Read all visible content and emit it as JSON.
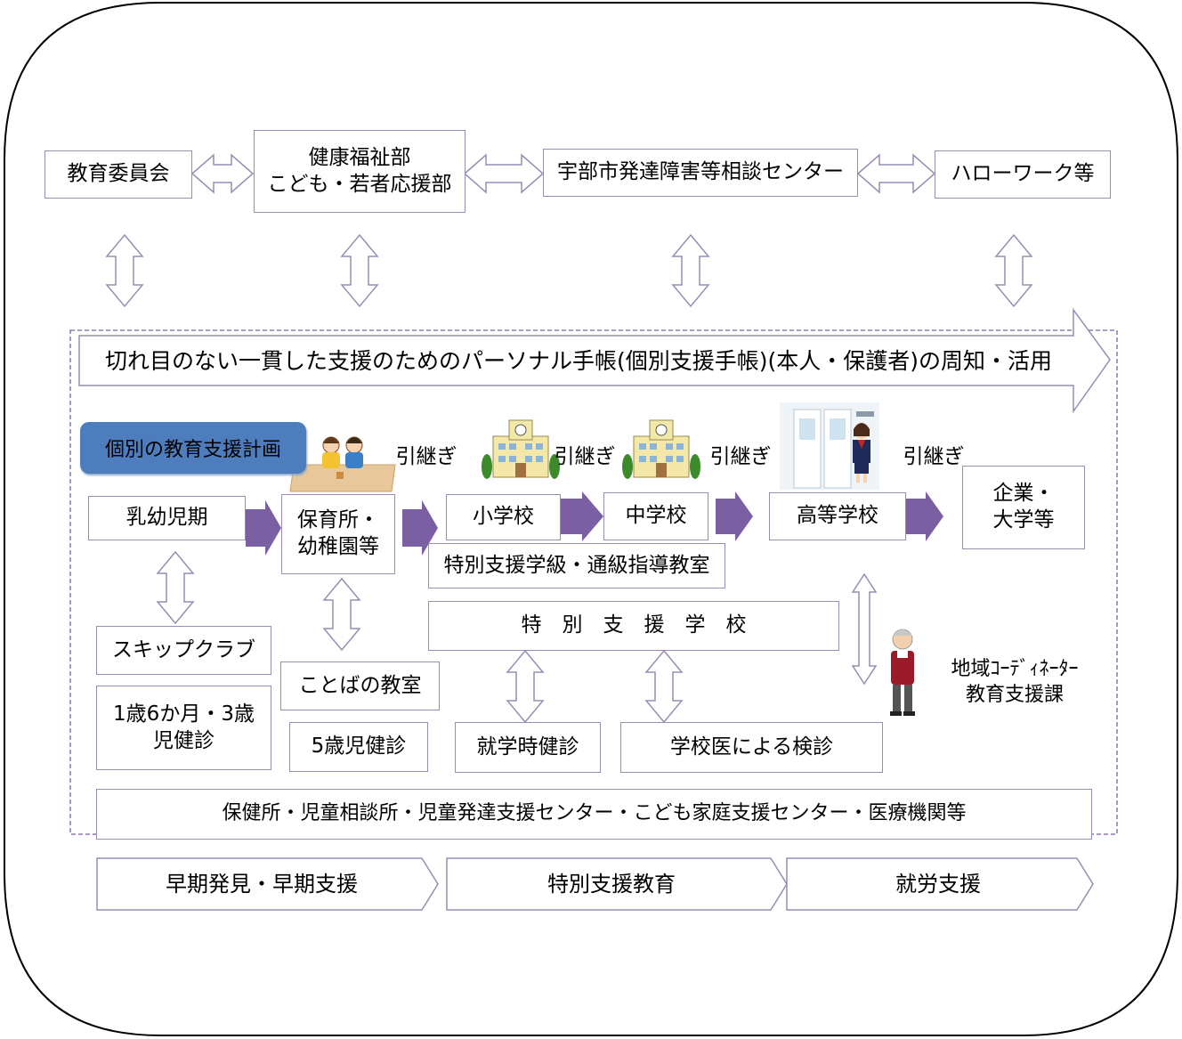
{
  "top_row": {
    "education_board": "教育委員会",
    "health_welfare": "健康福祉部\nこども・若者応援部",
    "dev_center": "宇部市発達障害等相談センター",
    "hello_work": "ハローワーク等"
  },
  "banner": "切れ目のない一貫した支援のためのパーソナル手帳(個別支援手帳)(本人・保護者)の周知・活用",
  "plan_label": "個別の教育支援計画",
  "handover": [
    "引継ぎ",
    "引継ぎ",
    "引継ぎ",
    "引継ぎ"
  ],
  "stages": {
    "infant": "乳幼児期",
    "nursery": "保育所・\n幼稚園等",
    "elementary": "小学校",
    "junior_high": "中学校",
    "high_school": "高等学校",
    "company": "企業・\n大学等"
  },
  "special_class": "特別支援学級・通級指導教室",
  "special_school": "特　別　支　援　学　校",
  "skip_club": "スキップクラブ",
  "checkup_1y6m": "1歳6か月・3歳\n児健診",
  "word_class": "ことばの教室",
  "checkup_5y": "5歳児健診",
  "school_entry_checkup": "就学時健診",
  "school_doctor_checkup": "学校医による検診",
  "coordinator": "地域ｺｰﾃﾞｨﾈｰﾀｰ\n教育支援課",
  "agencies": "保健所・児童相談所・児童発達支援センター・こども家庭支援センター・医療機関等",
  "phases": [
    "早期発見・早期支援",
    "特別支援教育",
    "就労支援"
  ],
  "colors": {
    "border": "#9a8bb5",
    "arrow_fill": "#7b5fa3",
    "plan_fill": "#4e7dbd",
    "dashed": "#7b5fa3"
  }
}
